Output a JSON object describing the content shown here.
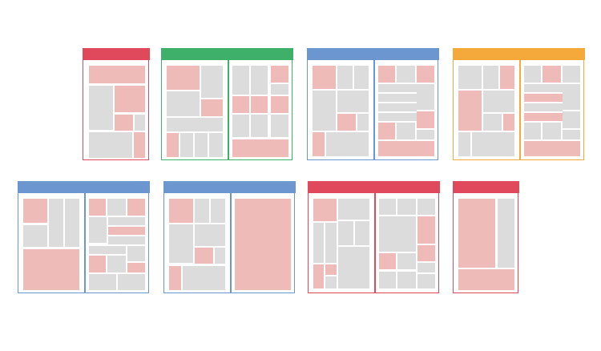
{
  "colors": {
    "red": "#e0485c",
    "green": "#3eb06a",
    "blue": "#6b96cf",
    "orange": "#f5a93b",
    "pink_block": "#eebbb9",
    "gray_block": "#dcdcdc"
  },
  "spreads": [
    {
      "id": "single-page-red-top",
      "color": "red"
    },
    {
      "id": "spread-green",
      "color": "green"
    },
    {
      "id": "spread-blue-top",
      "color": "blue"
    },
    {
      "id": "spread-orange",
      "color": "orange"
    },
    {
      "id": "spread-blue-bottom-left",
      "color": "blue"
    },
    {
      "id": "spread-blue-bottom-middle",
      "color": "blue"
    },
    {
      "id": "spread-red-bottom",
      "color": "red"
    },
    {
      "id": "single-page-red-bottom",
      "color": "red"
    }
  ]
}
